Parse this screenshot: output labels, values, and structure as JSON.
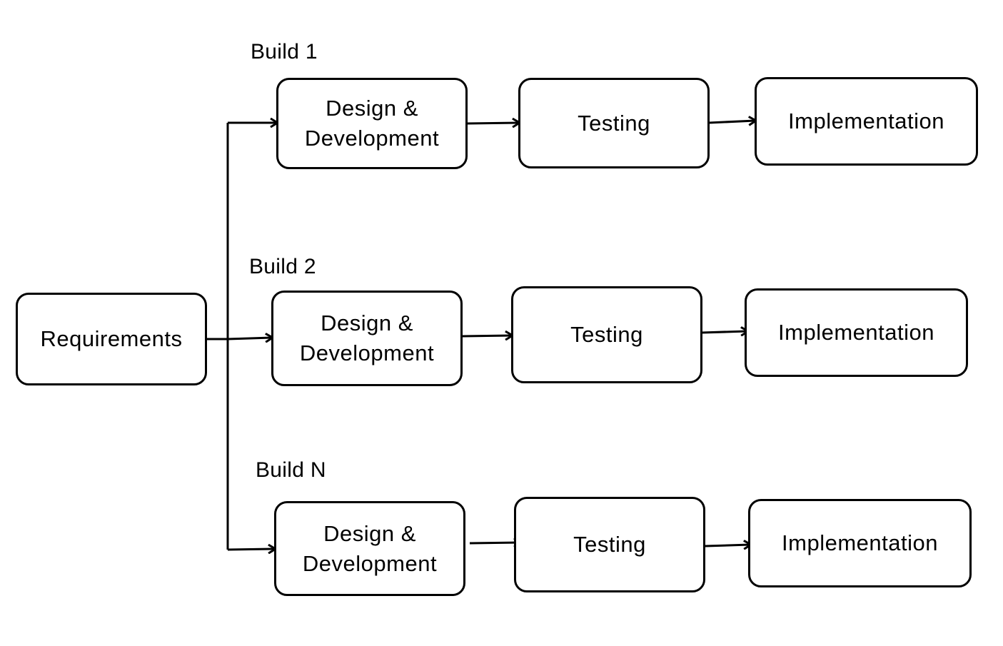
{
  "requirements": {
    "label": "Requirements"
  },
  "builds": [
    {
      "label": "Build 1",
      "steps": [
        {
          "line1": "Design &",
          "line2": "Development"
        },
        {
          "line1": "Testing"
        },
        {
          "line1": "Implementation"
        }
      ]
    },
    {
      "label": "Build 2",
      "steps": [
        {
          "line1": "Design &",
          "line2": "Development"
        },
        {
          "line1": "Testing"
        },
        {
          "line1": "Implementation"
        }
      ]
    },
    {
      "label": "Build N",
      "steps": [
        {
          "line1": "Design &",
          "line2": "Development"
        },
        {
          "line1": "Testing"
        },
        {
          "line1": "Implementation"
        }
      ]
    }
  ]
}
